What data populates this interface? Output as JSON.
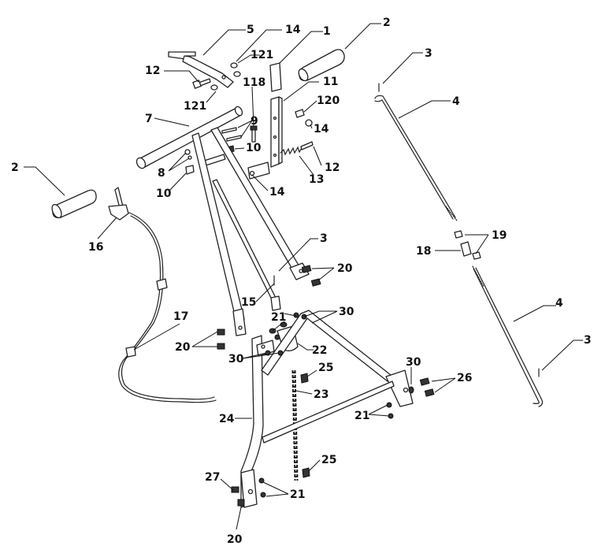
{
  "callouts": {
    "c1": "1",
    "c2a": "2",
    "c2b": "2",
    "c3a": "3",
    "c3b": "3",
    "c3c": "3",
    "c4a": "4",
    "c4b": "4",
    "c5": "5",
    "c7": "7",
    "c8": "8",
    "c9": "9",
    "c10a": "10",
    "c10b": "10",
    "c11": "11",
    "c12a": "12",
    "c12b": "12",
    "c13": "13",
    "c14a": "14",
    "c14b": "14",
    "c14c": "14",
    "c15": "15",
    "c16": "16",
    "c17": "17",
    "c18": "18",
    "c19": "19",
    "c20a": "20",
    "c20b": "20",
    "c20c": "20",
    "c21a": "21",
    "c21b": "21",
    "c21c": "21",
    "c22": "22",
    "c23": "23",
    "c24": "24",
    "c25a": "25",
    "c25b": "25",
    "c26": "26",
    "c27": "27",
    "c30a": "30",
    "c30b": "30",
    "c30c": "30",
    "c118": "118",
    "c120": "120",
    "c121a": "121",
    "c121b": "121"
  }
}
